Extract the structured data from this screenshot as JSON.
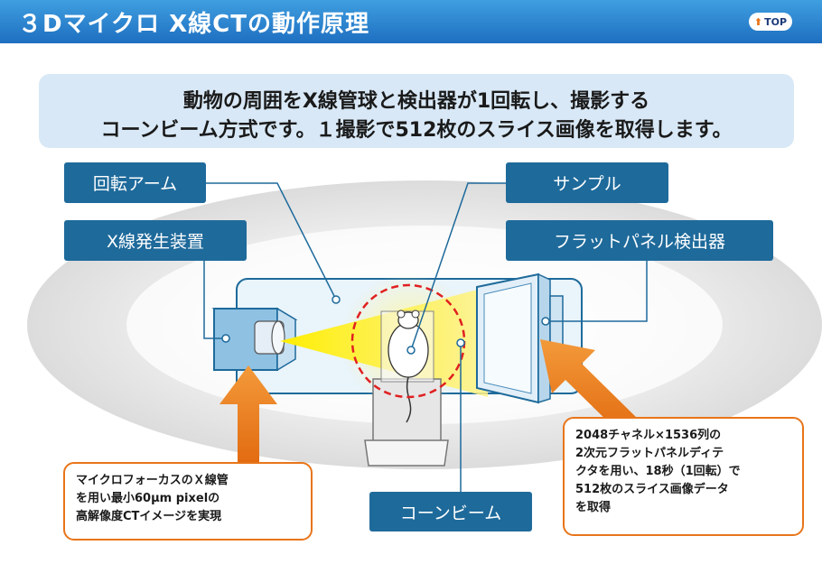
{
  "header": {
    "title": "３Dマイクロ X線CTの動作原理",
    "top_button": "TOP"
  },
  "intro": {
    "line1": "動物の周囲をX線管球と検出器が1回転し、撮影する",
    "line2": "コーンビーム方式です。１撮影で512枚のスライス画像を取得します。"
  },
  "labels": {
    "rotating_arm": "回転アーム",
    "xray_generator": "X線発生装置",
    "sample": "サンプル",
    "detector": "フラットパネル検出器",
    "cone_beam": "コーンビーム"
  },
  "notes": {
    "left": [
      "マイクロフォーカスのＸ線管",
      "を用い最小60μm pixelの",
      "高解像度CTイメージを実現"
    ],
    "right": [
      "2048チャネル×1536列の",
      "2次元フラットパネルディテ",
      "クタを用い、18秒（1回転）で",
      "512枚のスライス画像データ",
      "を取得"
    ]
  },
  "colors": {
    "label_bg": "#1e6a9b",
    "accent": "#e8751a",
    "header": "#2a86d6",
    "beam": "#ffe600",
    "circle": "#e02020"
  }
}
